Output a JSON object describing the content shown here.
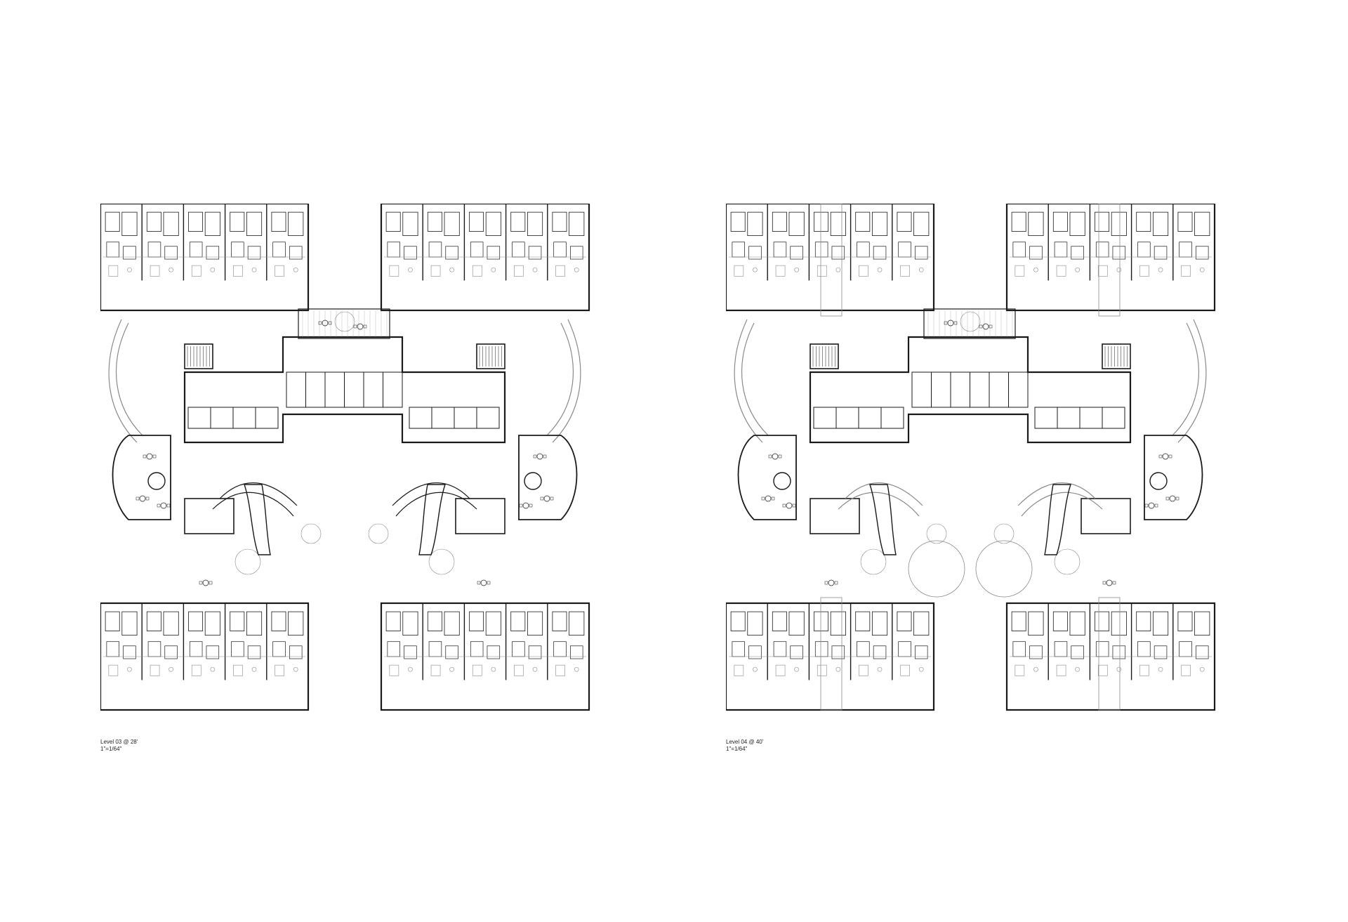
{
  "plans": [
    {
      "id": "level-03",
      "title": "Level 03 @ 28'",
      "scale": "1\"=1/64\"",
      "variant": "a"
    },
    {
      "id": "level-04",
      "title": "Level 04 @ 40'",
      "scale": "1\"=1/64\"",
      "variant": "b"
    }
  ],
  "colors": {
    "line": "#1a1a1a",
    "light": "#8a8a8a",
    "background": "#ffffff"
  }
}
